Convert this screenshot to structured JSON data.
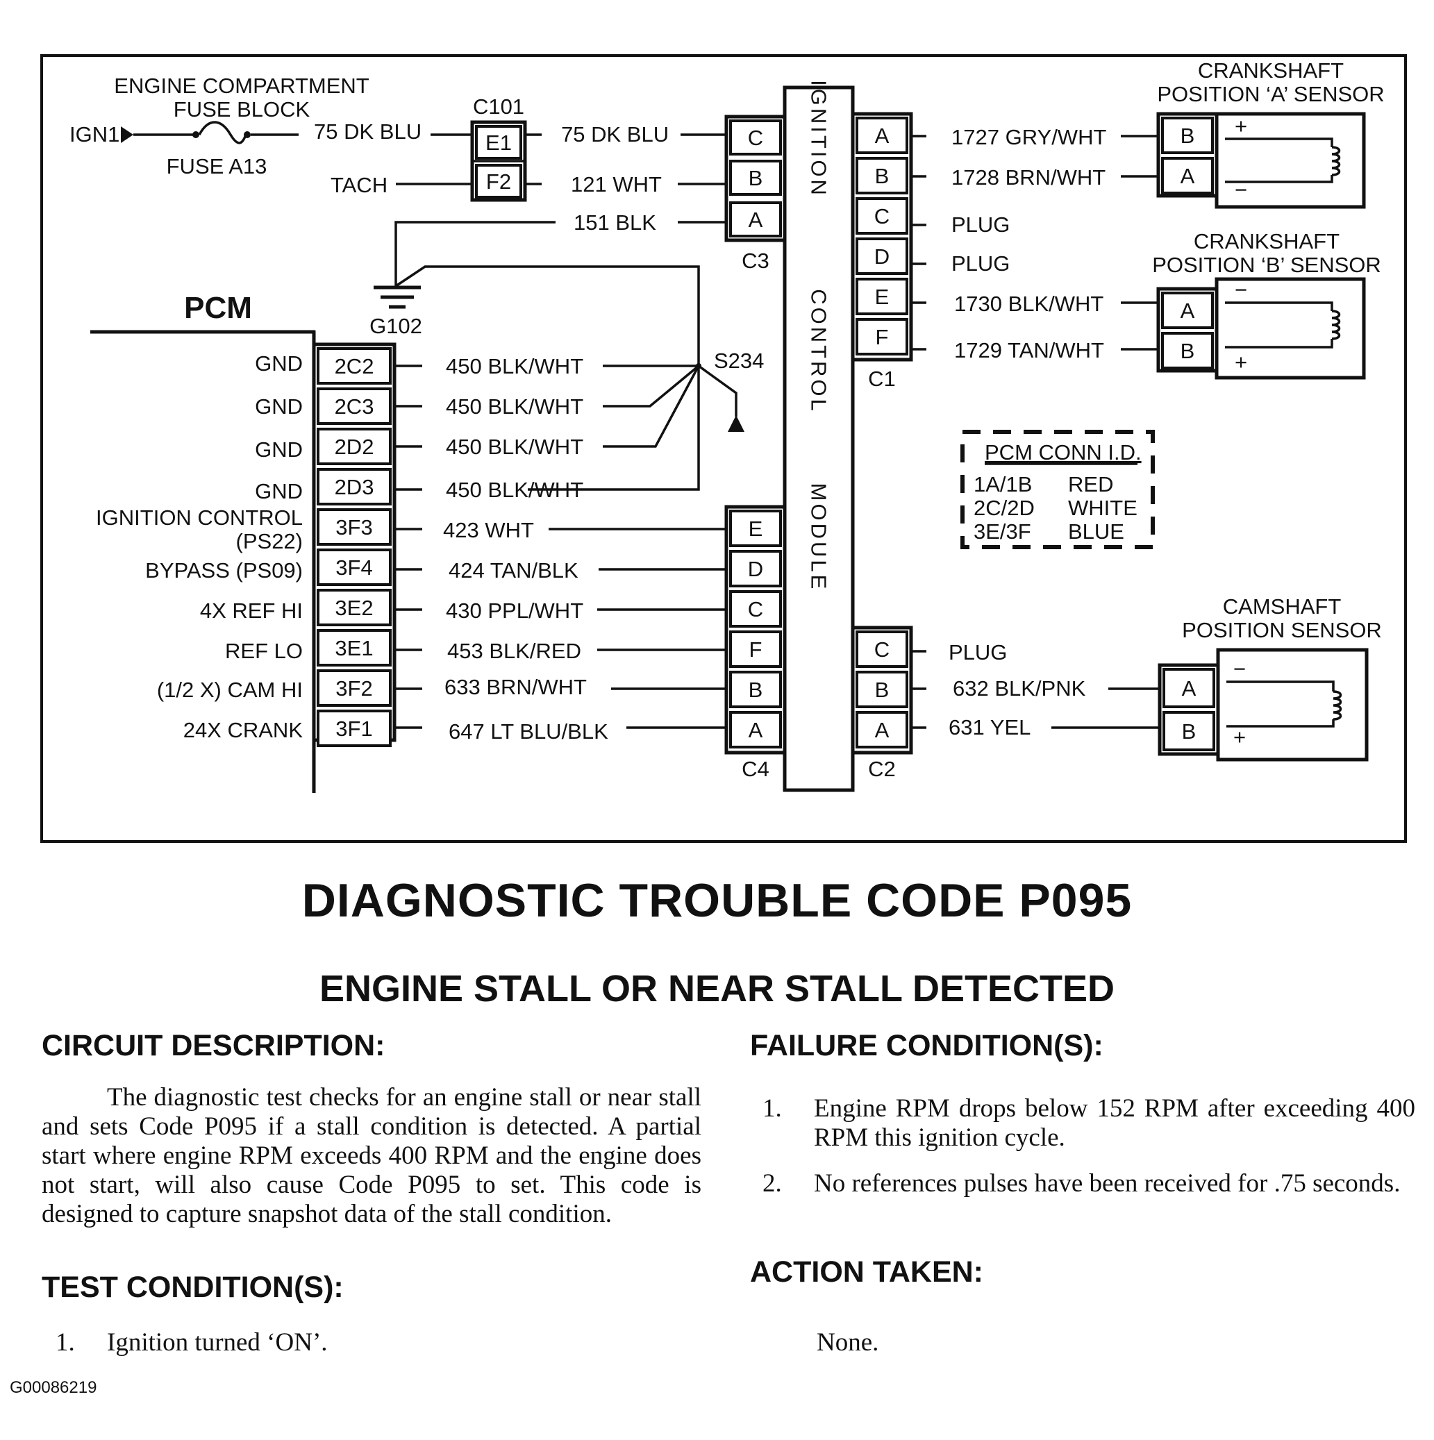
{
  "diagram": {
    "fuse_block": {
      "title_line1": "ENGINE COMPARTMENT",
      "title_line2": "FUSE BLOCK",
      "ign_label": "IGN1",
      "fuse_label": "FUSE A13"
    },
    "c101": {
      "label": "C101",
      "pins": [
        "E1",
        "F2"
      ]
    },
    "wires_in": {
      "w75_left": "75 DK BLU",
      "tach": "TACH",
      "w75_right": "75 DK BLU",
      "w121": "121 WHT",
      "w151": "151 BLK"
    },
    "ground": {
      "g102": "G102",
      "s234": "S234"
    },
    "pcm": {
      "label": "PCM",
      "rows": [
        {
          "func": "GND",
          "pin": "2C2",
          "wire": "450 BLK/WHT"
        },
        {
          "func": "GND",
          "pin": "2C3",
          "wire": "450 BLK/WHT"
        },
        {
          "func": "GND",
          "pin": "2D2",
          "wire": "450 BLK/WHT"
        },
        {
          "func": "GND",
          "pin": "2D3",
          "wire": "450 BLK/WHT"
        },
        {
          "func": "IGNITION CONTROL",
          "func2": "(PS22)",
          "pin": "3F3",
          "wire": "423 WHT"
        },
        {
          "func": "BYPASS (PS09)",
          "pin": "3F4",
          "wire": "424 TAN/BLK"
        },
        {
          "func": "4X REF HI",
          "pin": "3E2",
          "wire": "430 PPL/WHT"
        },
        {
          "func": "REF LO",
          "pin": "3E1",
          "wire": "453 BLK/RED"
        },
        {
          "func": "(1/2 X) CAM HI",
          "pin": "3F2",
          "wire": "633 BRN/WHT"
        },
        {
          "func": "24X CRANK",
          "pin": "3F1",
          "wire": "647 LT BLU/BLK"
        }
      ]
    },
    "icm": {
      "label_word1": "IGNITION",
      "label_word2": "CONTROL",
      "label_word3": "MODULE",
      "c3": {
        "label": "C3",
        "pins": [
          "C",
          "B",
          "A"
        ]
      },
      "c4": {
        "label": "C4",
        "pins": [
          "E",
          "D",
          "C",
          "F",
          "B",
          "A"
        ]
      },
      "c1": {
        "label": "C1",
        "pins": [
          "A",
          "B",
          "C",
          "D",
          "E",
          "F"
        ]
      },
      "c2": {
        "label": "C2",
        "pins": [
          "C",
          "B",
          "A"
        ]
      }
    },
    "c1_wires": [
      "1727 GRY/WHT",
      "1728 BRN/WHT",
      "PLUG",
      "PLUG",
      "1730 BLK/WHT",
      "1729 TAN/WHT"
    ],
    "c2_wires": [
      "PLUG",
      "632 BLK/PNK",
      "631 YEL"
    ],
    "sensors": {
      "crank_a": {
        "line1": "CRANKSHAFT",
        "line2": "POSITION ‘A’ SENSOR",
        "pins": [
          "B",
          "A"
        ],
        "plus": "+",
        "minus": "−"
      },
      "crank_b": {
        "line1": "CRANKSHAFT",
        "line2": "POSITION ‘B’ SENSOR",
        "pins": [
          "A",
          "B"
        ],
        "plus": "+",
        "minus": "−"
      },
      "cam": {
        "line1": "CAMSHAFT",
        "line2": "POSITION SENSOR",
        "pins": [
          "A",
          "B"
        ],
        "plus": "+",
        "minus": "−"
      }
    },
    "pcm_conn_id": {
      "title": "PCM CONN I.D.",
      "rows": [
        {
          "conn": "1A/1B",
          "color": "RED"
        },
        {
          "conn": "2C/2D",
          "color": "WHITE"
        },
        {
          "conn": "3E/3F",
          "color": "BLUE"
        }
      ]
    }
  },
  "page": {
    "title": "DIAGNOSTIC TROUBLE CODE P095",
    "subtitle": "ENGINE STALL OR NEAR STALL DETECTED",
    "circuit_heading": "CIRCUIT DESCRIPTION:",
    "circuit_text": "The diagnostic test checks for an engine stall or near stall and sets Code P095 if a stall condition is detected. A partial start where engine RPM exceeds 400 RPM and the engine does not start, will also cause Code P095 to set. This code is designed to capture snapshot data of the stall condition.",
    "failure_heading": "FAILURE CONDITION(S):",
    "failure_items": [
      {
        "num": "1.",
        "text": "Engine RPM drops below 152 RPM after exceeding 400 RPM this ignition cycle."
      },
      {
        "num": "2.",
        "text": "No references pulses have been received for .75 seconds."
      }
    ],
    "test_heading": "TEST CONDITION(S):",
    "test_items": [
      {
        "num": "1.",
        "text": "Ignition turned ‘ON’."
      }
    ],
    "action_heading": "ACTION TAKEN:",
    "action_text": "None.",
    "figure_id": "G00086219"
  }
}
